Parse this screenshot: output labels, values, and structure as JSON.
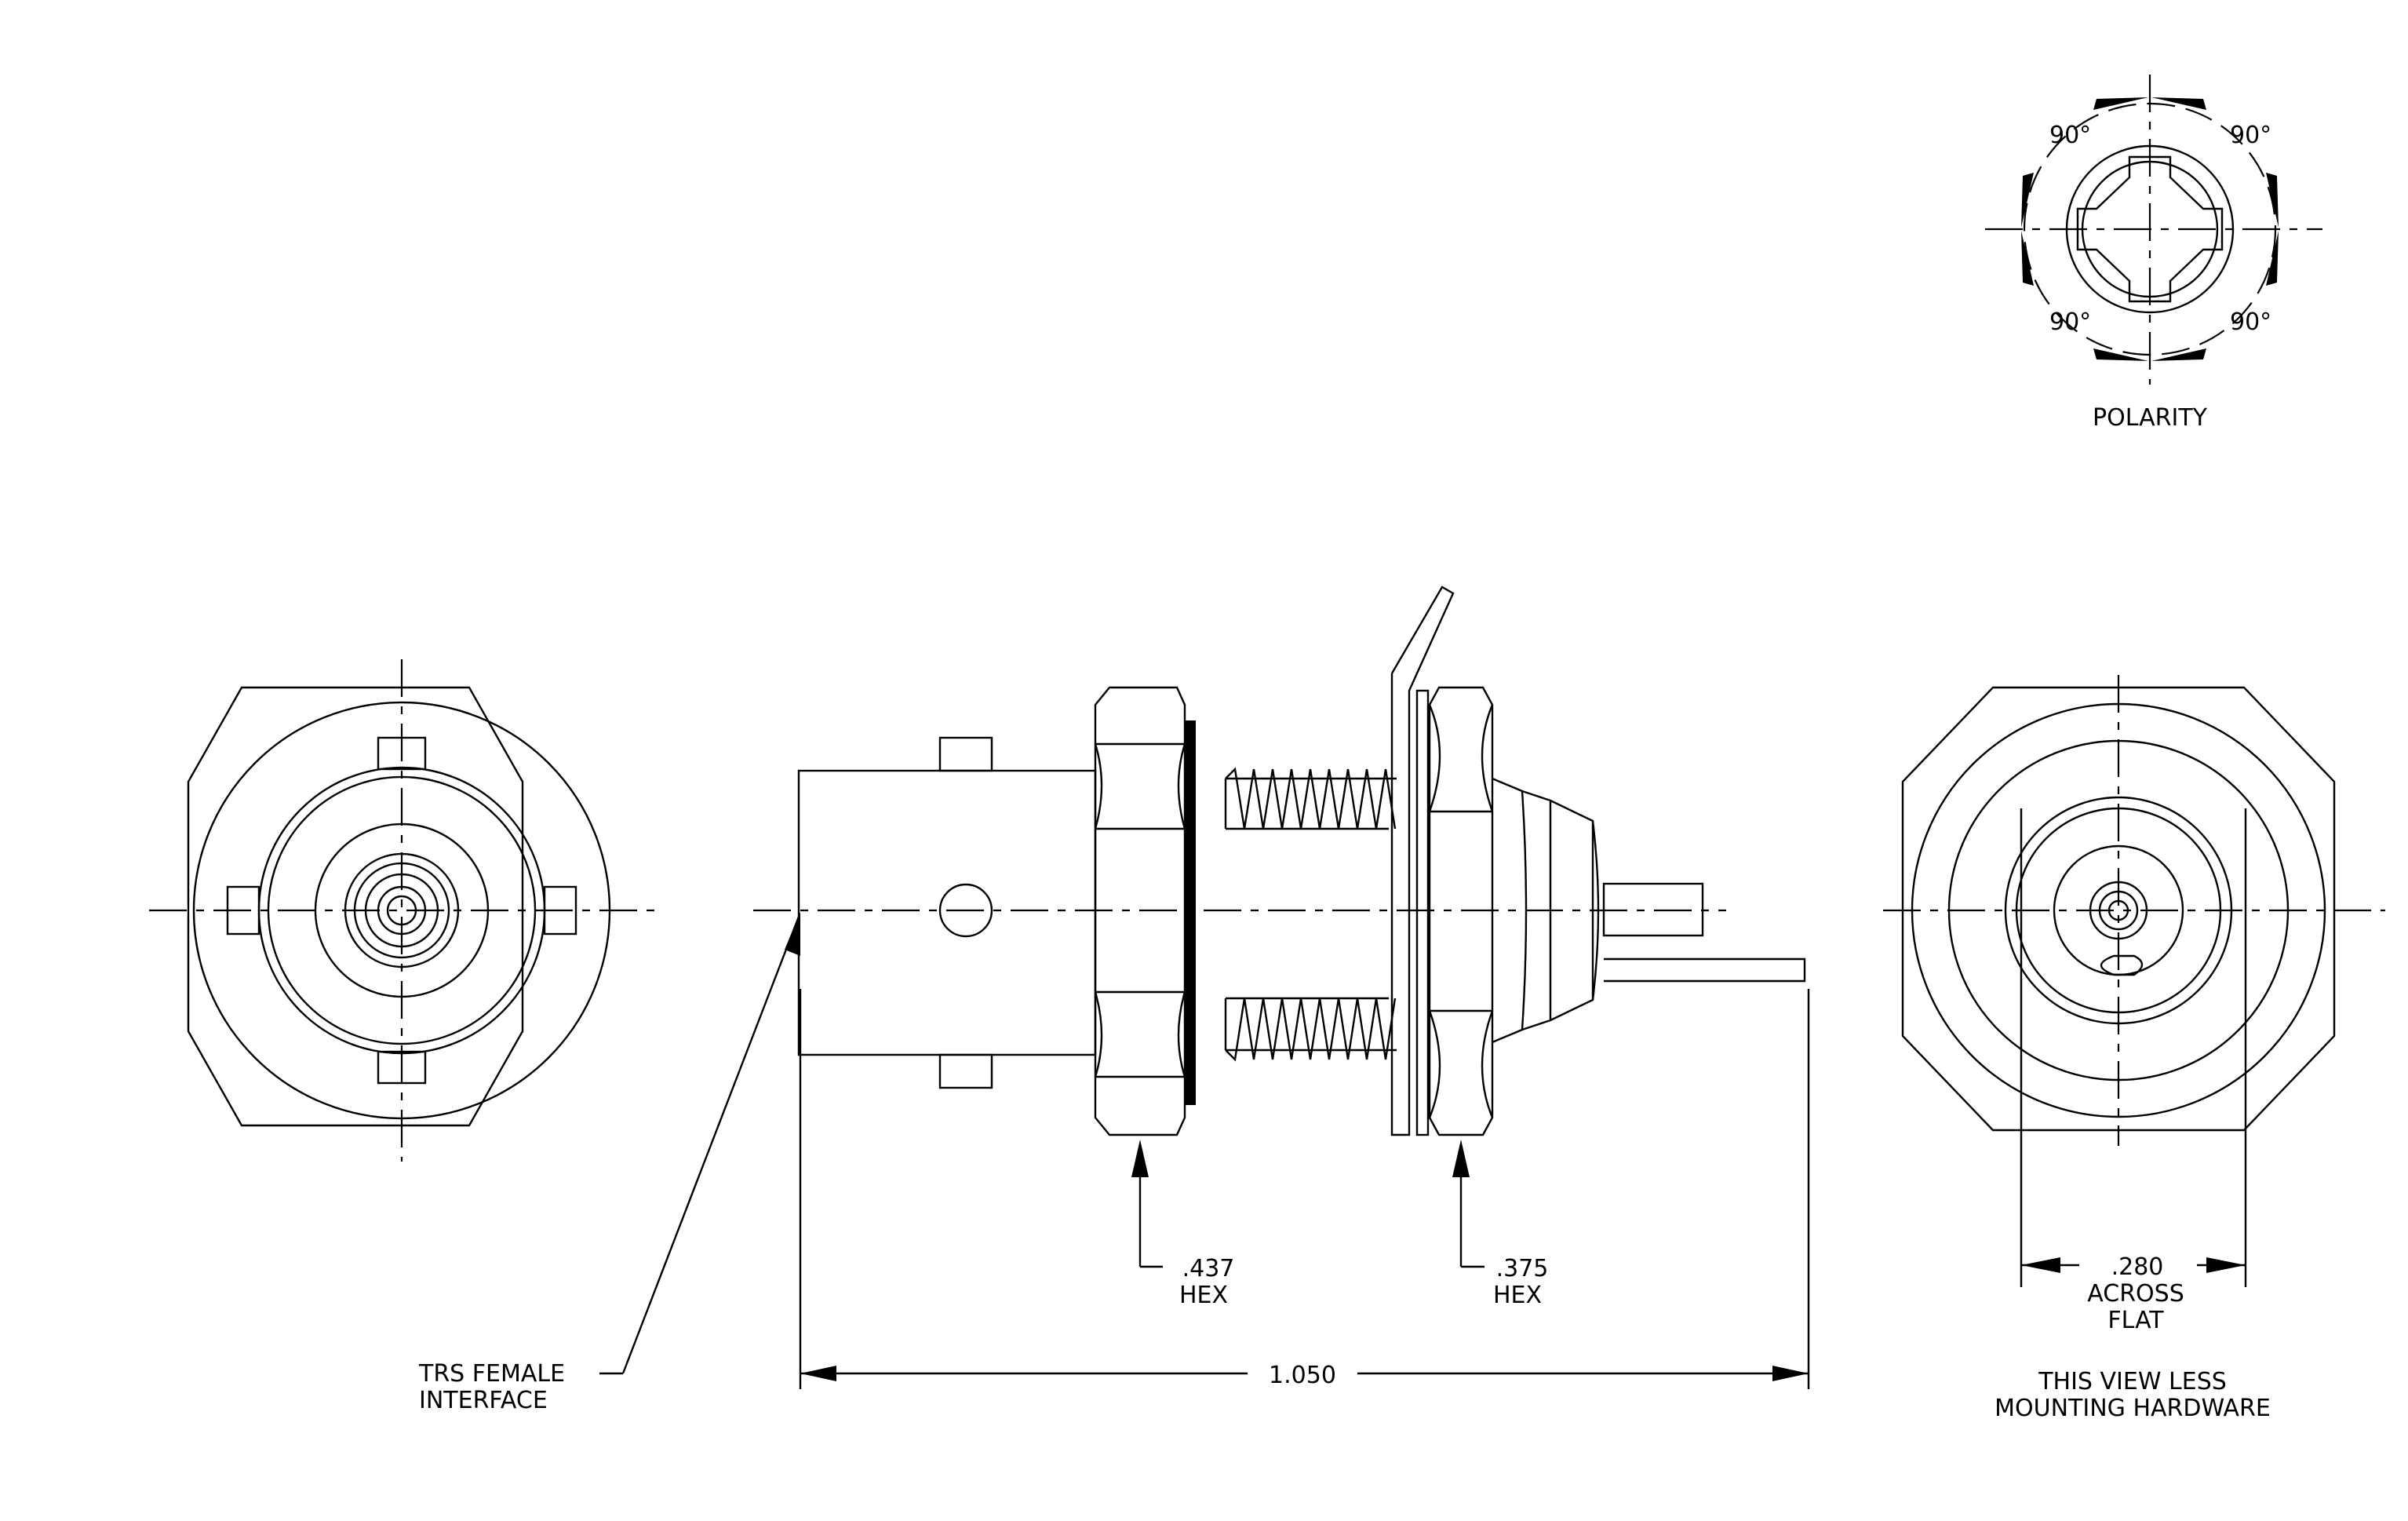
{
  "labels": {
    "polarity": {
      "angle_top_left": "90°",
      "angle_top_right": "90°",
      "angle_bottom_left": "90°",
      "angle_bottom_right": "90°",
      "caption": "POLARITY"
    },
    "dim_437": {
      "value": ".437",
      "unit": "HEX"
    },
    "dim_375": {
      "value": ".375",
      "unit": "HEX"
    },
    "dim_280": {
      "value": ".280",
      "line2": "ACROSS",
      "line3": "FLAT"
    },
    "dim_length": {
      "value": "1.050"
    },
    "interface": {
      "line1": "TRS  FEMALE",
      "line2": "INTERFACE"
    },
    "view_note": {
      "line1": "THIS  VIEW  LESS",
      "line2": "MOUNTING  HARDWARE"
    }
  }
}
